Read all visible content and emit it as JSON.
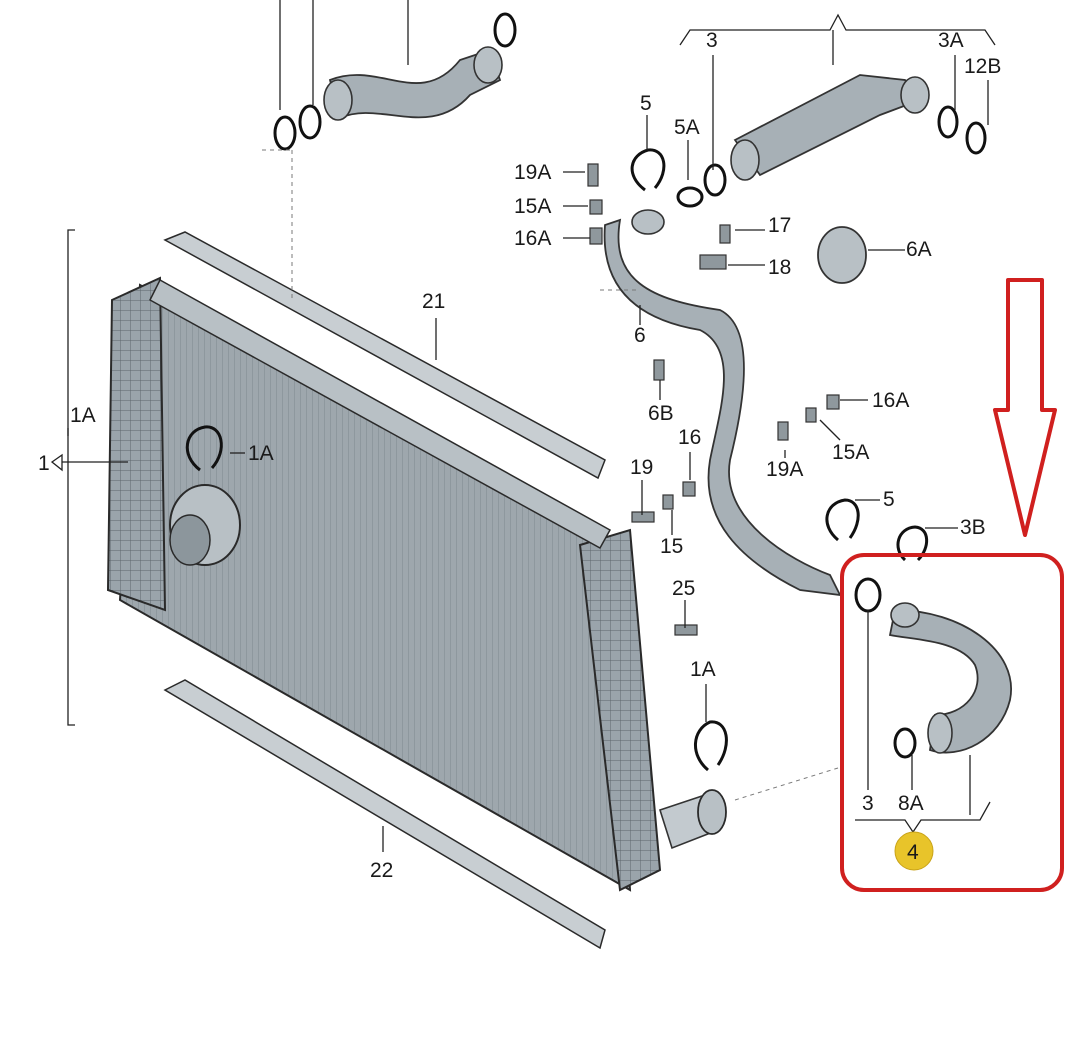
{
  "diagram": {
    "callouts": {
      "p1": "1",
      "p1a_side": "1A",
      "p1a_clip": "1A",
      "p1a_lower": "1A",
      "p3_top": "3",
      "p3a": "3A",
      "p12b": "12B",
      "p5_top": "5",
      "p5a": "5A",
      "p19a_top": "19A",
      "p15a_top": "15A",
      "p16a_top": "16A",
      "p17": "17",
      "p18": "18",
      "p6a": "6A",
      "p6": "6",
      "p6b": "6B",
      "p16": "16",
      "p16a_mid": "16A",
      "p15a_mid": "15A",
      "p19a_mid": "19A",
      "p19": "19",
      "p15": "15",
      "p5_mid": "5",
      "p3b": "3B",
      "p21": "21",
      "p22": "22",
      "p25": "25",
      "p3_box": "3",
      "p8a": "8A",
      "p4": "4"
    },
    "highlight": {
      "box_color": "#d0201f",
      "arrow_color": "#d0201f",
      "badge_color": "#e8c42a",
      "badge_label": "4"
    }
  }
}
